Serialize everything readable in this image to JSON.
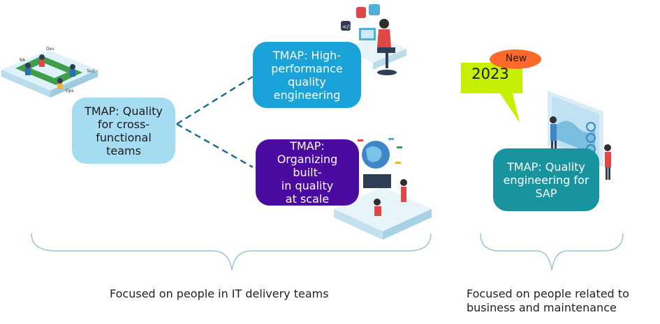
{
  "boxes": {
    "cross": "TMAP: Quality\nfor cross-\nfunctional teams",
    "high_performance": "TMAP: High-\nperformance\nquality\nengineering",
    "scale": "TMAP:\nOrganizing built-\nin quality\nat scale",
    "sap": "TMAP: Quality\nengineering for\nSAP"
  },
  "callout": {
    "year": "2023",
    "badge": "New"
  },
  "groups": {
    "it_delivery": "Focused on people in IT delivery teams",
    "business": "Focused on people related to\nbusiness and maintenance"
  },
  "colors": {
    "cross": "#a6dcf2",
    "high_performance": "#1aa3d9",
    "scale": "#4b0aa0",
    "sap": "#19949f",
    "year_callout": "#c6f000",
    "new_badge": "#ff6a2b",
    "connector": "#1f6e8c",
    "brace": "#9ec3d6"
  },
  "illustrations": [
    "team-workspace-icon",
    "developer-desk-icon",
    "globe-team-icon",
    "dashboard-presenter-icon"
  ]
}
